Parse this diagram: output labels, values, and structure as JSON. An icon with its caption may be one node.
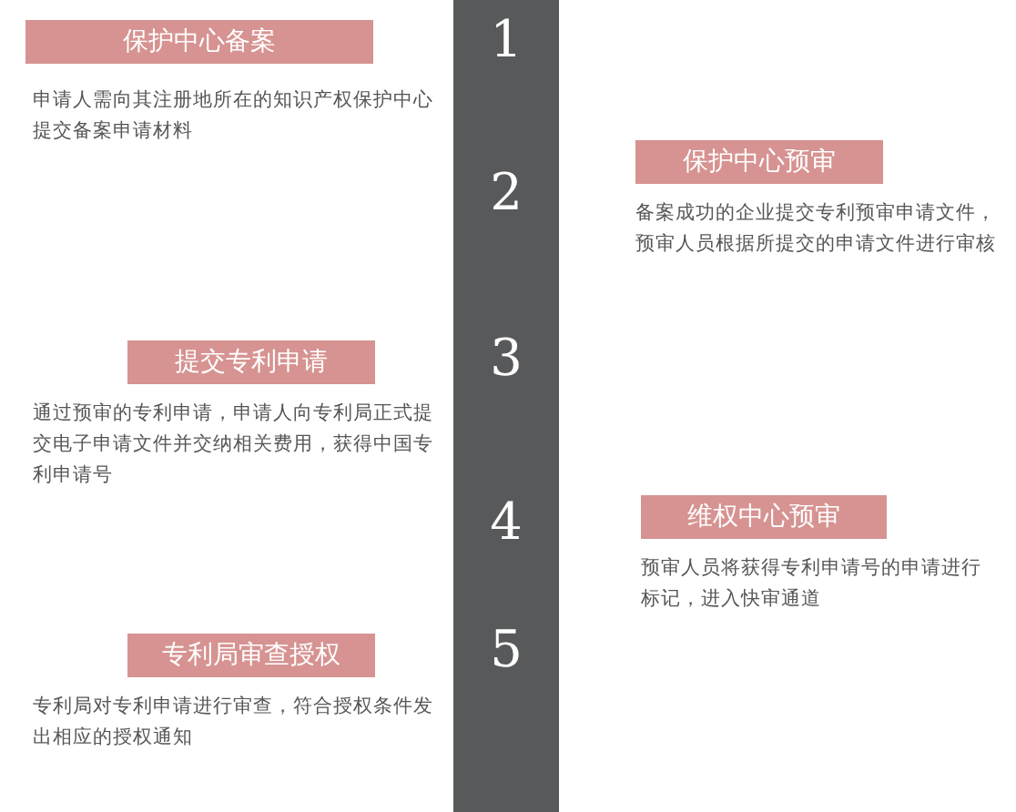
{
  "diagram": {
    "nodes": [
      {
        "text": [
          "保护中心备案"
        ],
        "beside": [
          "申请人需向其注册地所在的知识产权保护中心提交备案申请材料"
        ]
      },
      {
        "text": [
          "保护中心预审"
        ],
        "beside": [
          "备案成功的企业提交专利预审申请文件，预审人员根据所提交的申请文件进行审核"
        ]
      },
      {
        "text": [
          "提交专利申请"
        ],
        "beside": [
          "通过预审的专利申请，申请人向专利局正式提交电子申请文件并交纳相关费用，获得中国专利申请号"
        ]
      },
      {
        "text": [
          "维权中心预审"
        ],
        "beside": [
          "预审人员将获得专利申请号的申请进行标记，进入快审通道"
        ]
      },
      {
        "text": [
          "专利局审查授权"
        ],
        "beside": [
          "专利局对专利申请进行审查，符合授权条件发出相应的授权通知"
        ]
      }
    ],
    "edges": [],
    "labels": [
      "1",
      "2",
      "3",
      "4",
      "5"
    ]
  }
}
